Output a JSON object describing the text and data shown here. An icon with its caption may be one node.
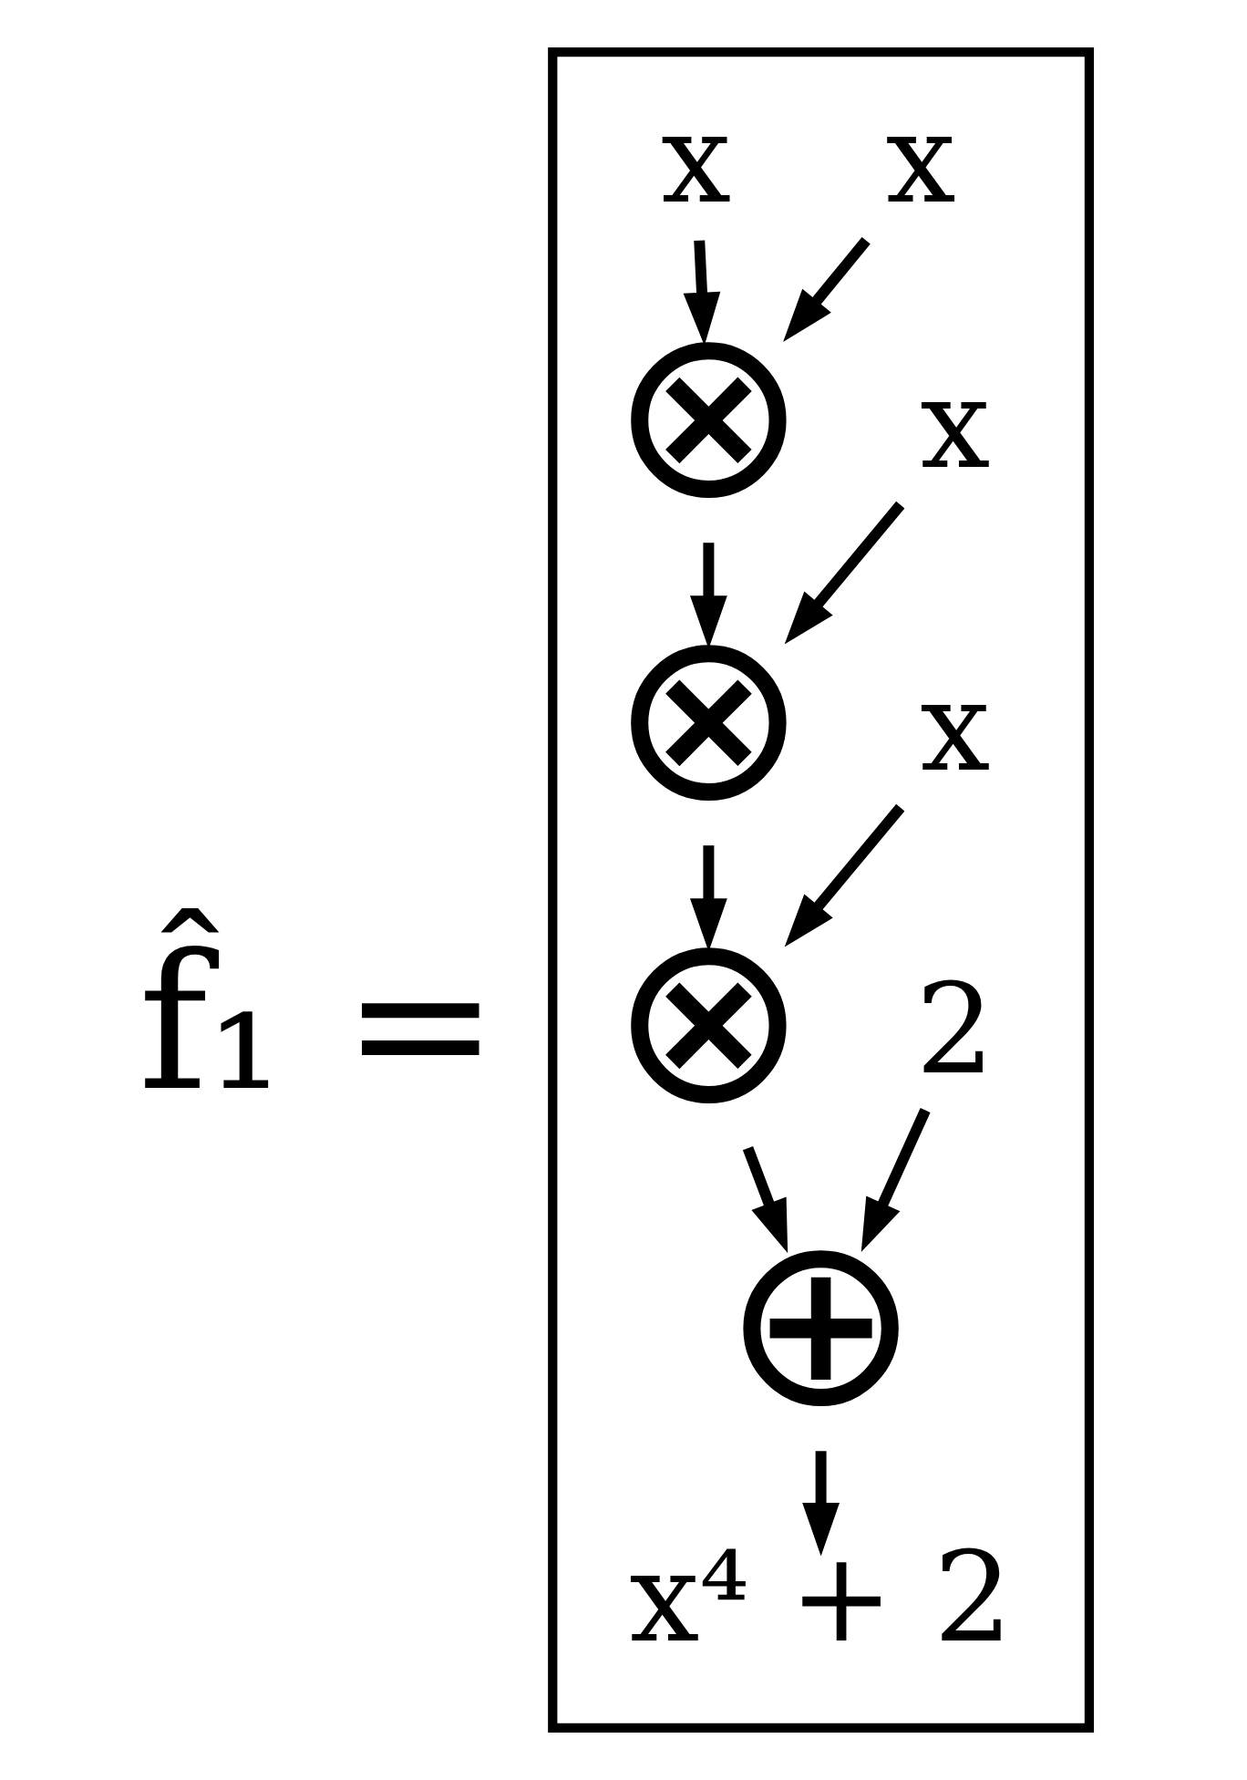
{
  "diagram": {
    "nodes": [
      {
        "text": [],
        "shape": "box"
      },
      {
        "text": [
          "x"
        ],
        "in": 0
      },
      {
        "text": [
          "x"
        ],
        "in": 0
      },
      {
        "text": [
          "⊗"
        ],
        "in": 0
      },
      {
        "text": [
          "x"
        ],
        "in": 0
      },
      {
        "text": [
          "⊗"
        ],
        "in": 0
      },
      {
        "text": [
          "x"
        ],
        "in": 0
      },
      {
        "text": [
          "⊗"
        ],
        "in": 0
      },
      {
        "text": [
          "2"
        ],
        "in": 0
      },
      {
        "text": [
          "⊕"
        ],
        "in": 0
      },
      {
        "text": [
          "x⁴ + 2"
        ],
        "in": 0
      }
    ],
    "edges": [
      {
        "from": 1,
        "to": 3,
        "arrow": "to"
      },
      {
        "from": 2,
        "to": 3,
        "arrow": "to"
      },
      {
        "from": 3,
        "to": 5,
        "arrow": "to"
      },
      {
        "from": 4,
        "to": 5,
        "arrow": "to"
      },
      {
        "from": 5,
        "to": 7,
        "arrow": "to"
      },
      {
        "from": 6,
        "to": 7,
        "arrow": "to"
      },
      {
        "from": 7,
        "to": 9,
        "arrow": "to"
      },
      {
        "from": 8,
        "to": 9,
        "arrow": "to"
      },
      {
        "from": 9,
        "to": 10,
        "arrow": "to"
      }
    ],
    "labels": [
      "f̂₁ ="
    ]
  }
}
